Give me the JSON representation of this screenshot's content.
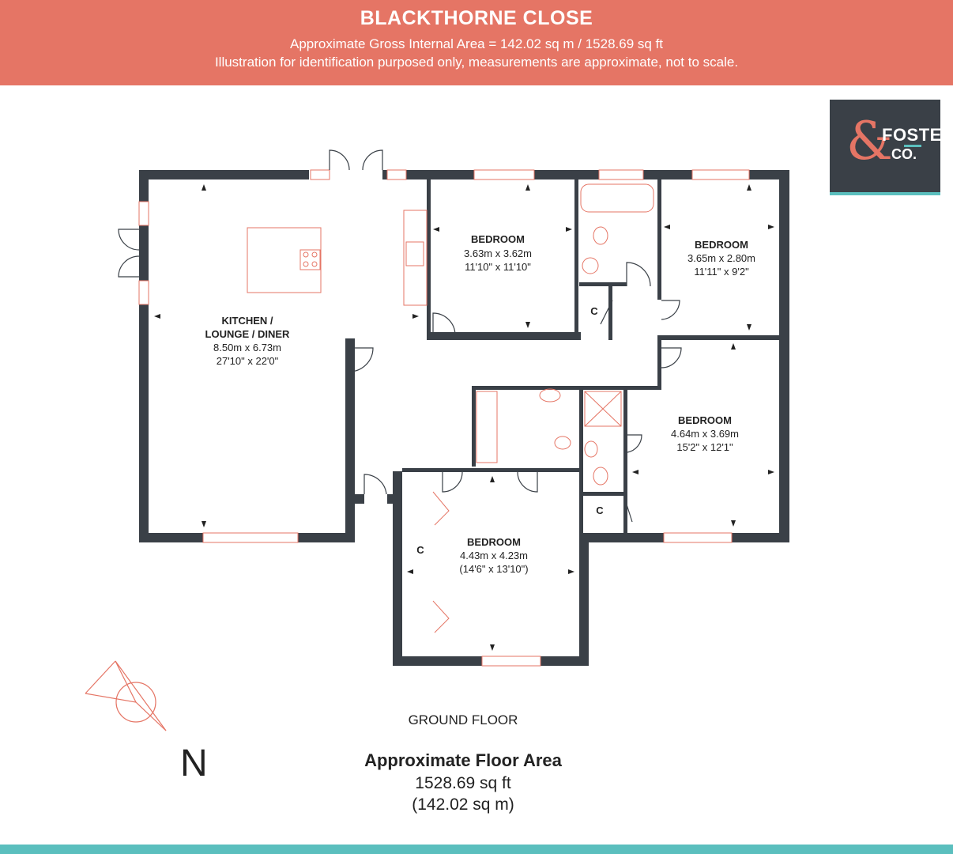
{
  "header": {
    "title": "BLACKTHORNE CLOSE",
    "area_line": "Approximate Gross Internal Area = 142.02 sq m / 1528.69 sq ft",
    "disclaimer": "Illustration for identification purposed only, measurements are approximate, not to scale."
  },
  "logo": {
    "ampersand": "&",
    "word1": "FOSTER",
    "word2": "CO."
  },
  "rooms": {
    "kitchen": {
      "name_line1": "KITCHEN /",
      "name_line2": "LOUNGE / DINER",
      "metric": "8.50m x 6.73m",
      "imperial": "27'10\" x 22'0\""
    },
    "bedroom1": {
      "name": "BEDROOM",
      "metric": "3.63m x 3.62m",
      "imperial": "11'10\" x 11'10\""
    },
    "bedroom2": {
      "name": "BEDROOM",
      "metric": "3.65m x 2.80m",
      "imperial": "11'11\" x 9'2\""
    },
    "bedroom3": {
      "name": "BEDROOM",
      "metric": "4.64m x 3.69m",
      "imperial": "15'2\" x 12'1\""
    },
    "bedroom4": {
      "name": "BEDROOM",
      "metric": "4.43m x 4.23m",
      "imperial": "(14'6\" x 13'10\")"
    }
  },
  "cupboards": {
    "c1": "C",
    "c2": "C",
    "c3": "C"
  },
  "floor_label": "GROUND FLOOR",
  "area": {
    "title": "Approximate Floor Area",
    "sq_ft": "1528.69 sq ft",
    "sq_m": "(142.02 sq m)"
  },
  "north_label": "N",
  "colors": {
    "header": "#E57565",
    "wall": "#3A4047",
    "fixture": "#E57565",
    "accent": "#5BBFBE"
  }
}
